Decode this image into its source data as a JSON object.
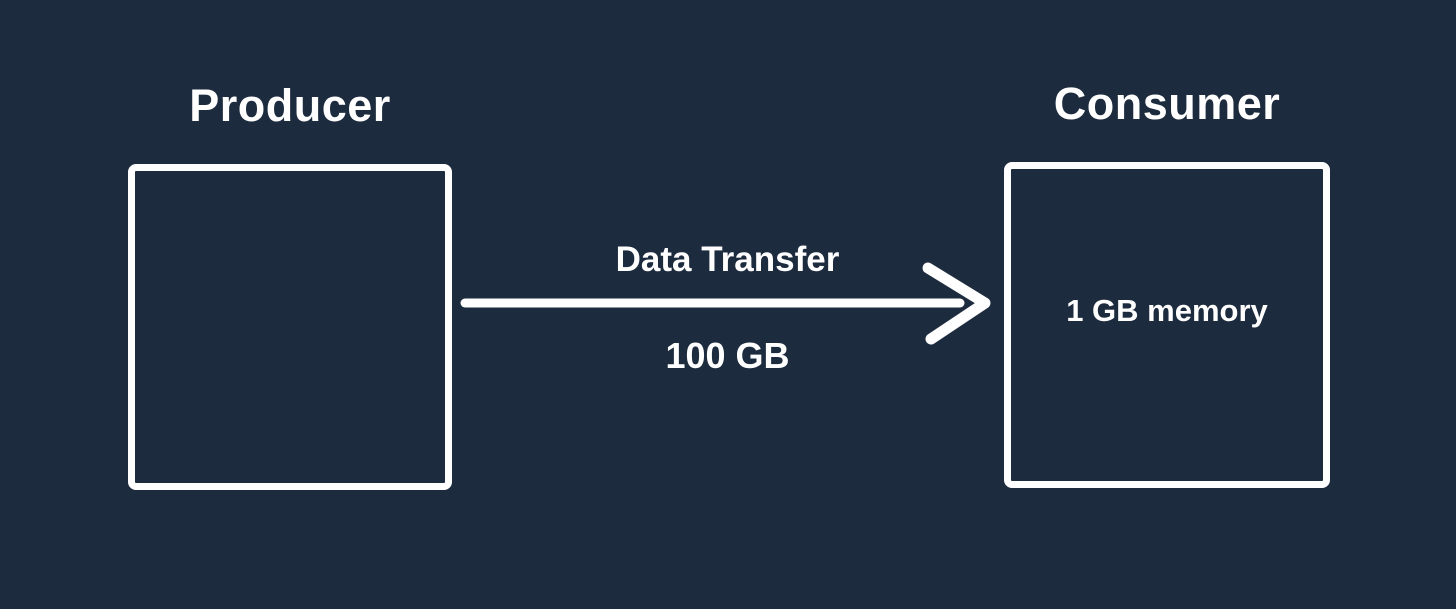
{
  "colors": {
    "bg": "#1d2b3e",
    "fg": "#ffffff"
  },
  "diagram": {
    "producer": {
      "title": "Producer"
    },
    "consumer": {
      "title": "Consumer",
      "label": "1 GB memory"
    },
    "transfer": {
      "title": "Data Transfer",
      "amount": "100 GB"
    }
  }
}
